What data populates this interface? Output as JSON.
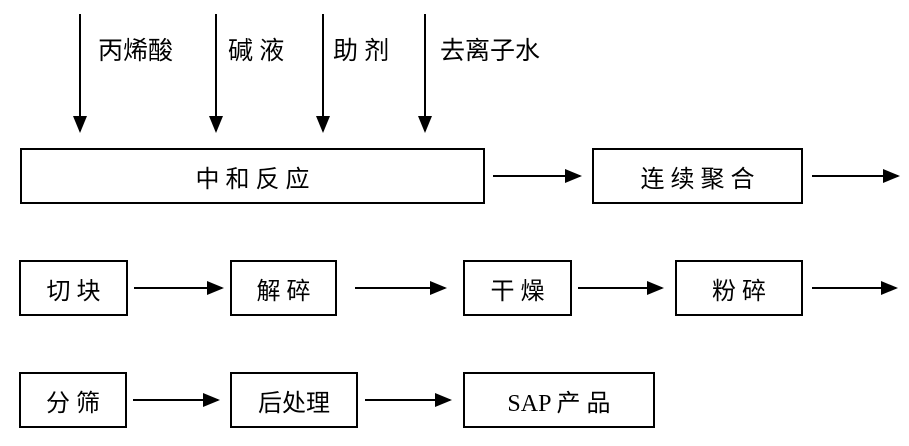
{
  "diagram": {
    "title_semantic": "SAP production process flowchart",
    "colors": {
      "background": "#ffffff",
      "line": "#000000",
      "text": "#000000"
    },
    "inputs": [
      {
        "label": "丙烯酸"
      },
      {
        "label": "碱 液"
      },
      {
        "label": "助 剂"
      },
      {
        "label": "去离子水"
      }
    ],
    "row1": [
      {
        "label": "中 和 反 应"
      },
      {
        "label": "连 续 聚 合"
      }
    ],
    "row2": [
      {
        "label": "切 块"
      },
      {
        "label": "解 碎"
      },
      {
        "label": "干 燥"
      },
      {
        "label": "粉 碎"
      }
    ],
    "row3": [
      {
        "label": "分 筛"
      },
      {
        "label": "后处理"
      },
      {
        "label": "SAP 产 品"
      }
    ]
  }
}
